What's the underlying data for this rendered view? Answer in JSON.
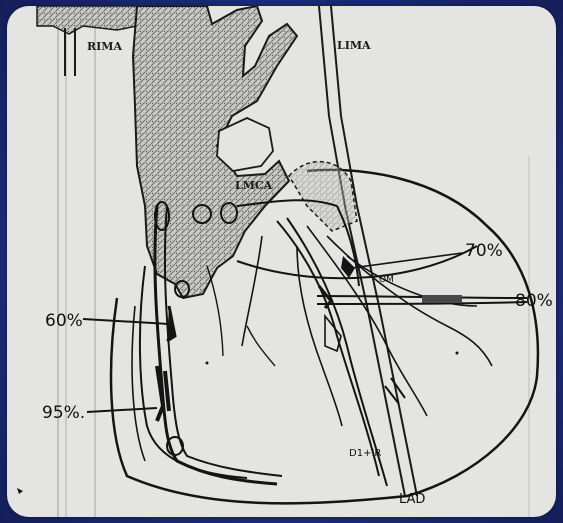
{
  "labels": {
    "rima": "RIMA",
    "lima": "LIMA",
    "lmca": "LMCA",
    "stenosis_60": "60%",
    "stenosis_95": "95%.",
    "stenosis_70": "70%",
    "stenosis_80": "80%",
    "om": "OM",
    "d1_ir": "D1+IR",
    "lad": "LAD"
  },
  "colors": {
    "border": "#1c2a72",
    "paper": "#e4e4e2",
    "ink": "#141414"
  }
}
